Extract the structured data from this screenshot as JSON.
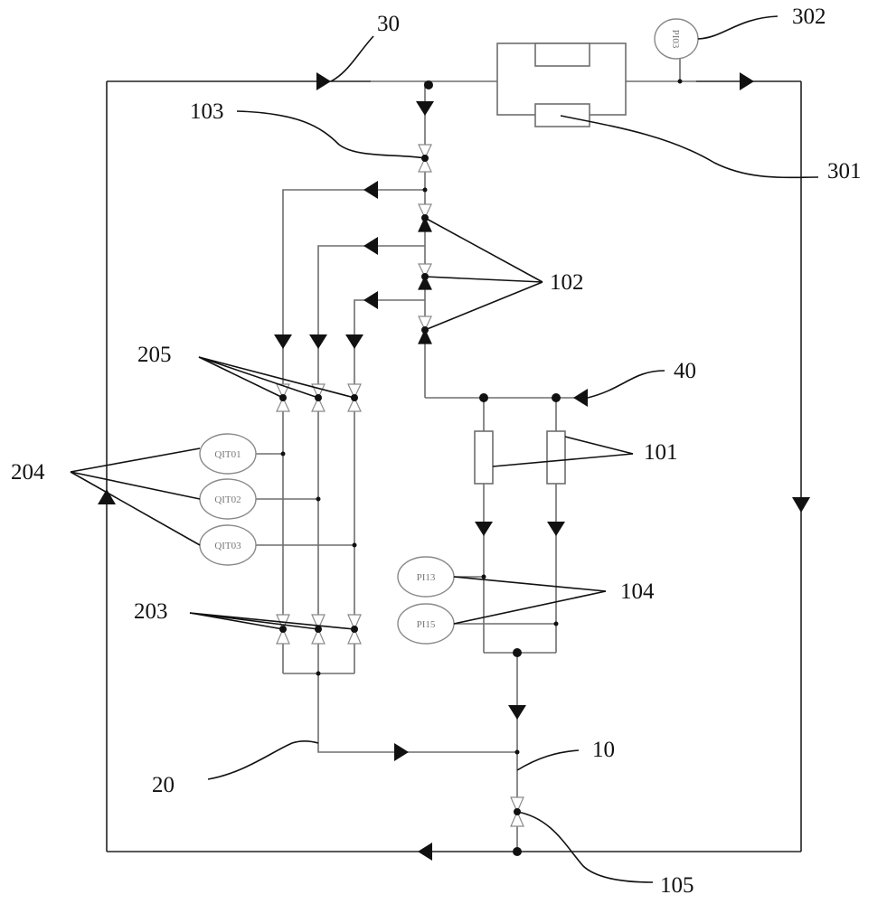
{
  "labels": {
    "l30": "30",
    "l302": "302",
    "l103": "103",
    "l301": "301",
    "l102": "102",
    "l205": "205",
    "l40": "40",
    "l204": "204",
    "l101": "101",
    "l104": "104",
    "l203": "203",
    "l10": "10",
    "l20": "20",
    "l105": "105"
  },
  "gauges": {
    "g302": "PI03",
    "q1": "QIT01",
    "q2": "QIT02",
    "q3": "QIT03",
    "p113": "PI13",
    "p115": "PI15"
  }
}
